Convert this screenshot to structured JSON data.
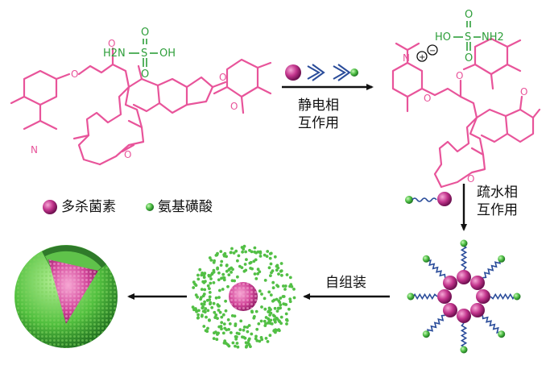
{
  "reagent": {
    "sulfamic_acid": {
      "left": {
        "h2n": "H2N",
        "s": "S",
        "oh": "OH",
        "o_top": "O",
        "o_bottom": "O"
      },
      "right": {
        "ho": "HO",
        "s": "S",
        "nh2": "NH2",
        "o_top": "O",
        "o_bottom": "O"
      }
    },
    "drug_atoms": {
      "o": "O",
      "n": "N"
    },
    "charges": {
      "plus": "+",
      "minus": "−"
    }
  },
  "steps": {
    "electrostatic": [
      "静电相",
      "互作用"
    ],
    "hydrophobic": [
      "疏水相",
      "互作用"
    ],
    "self_assembly": "自组装"
  },
  "legend": {
    "drug": "多杀菌素",
    "acid": "氨基磺酸"
  },
  "colors": {
    "drug_structure": "#e8549a",
    "acid_structure": "#2e9e3a",
    "drug_ball": "#b3247a",
    "acid_ball": "#4ab54a",
    "tail": "#2a4c9a",
    "arrow": "#111111"
  }
}
